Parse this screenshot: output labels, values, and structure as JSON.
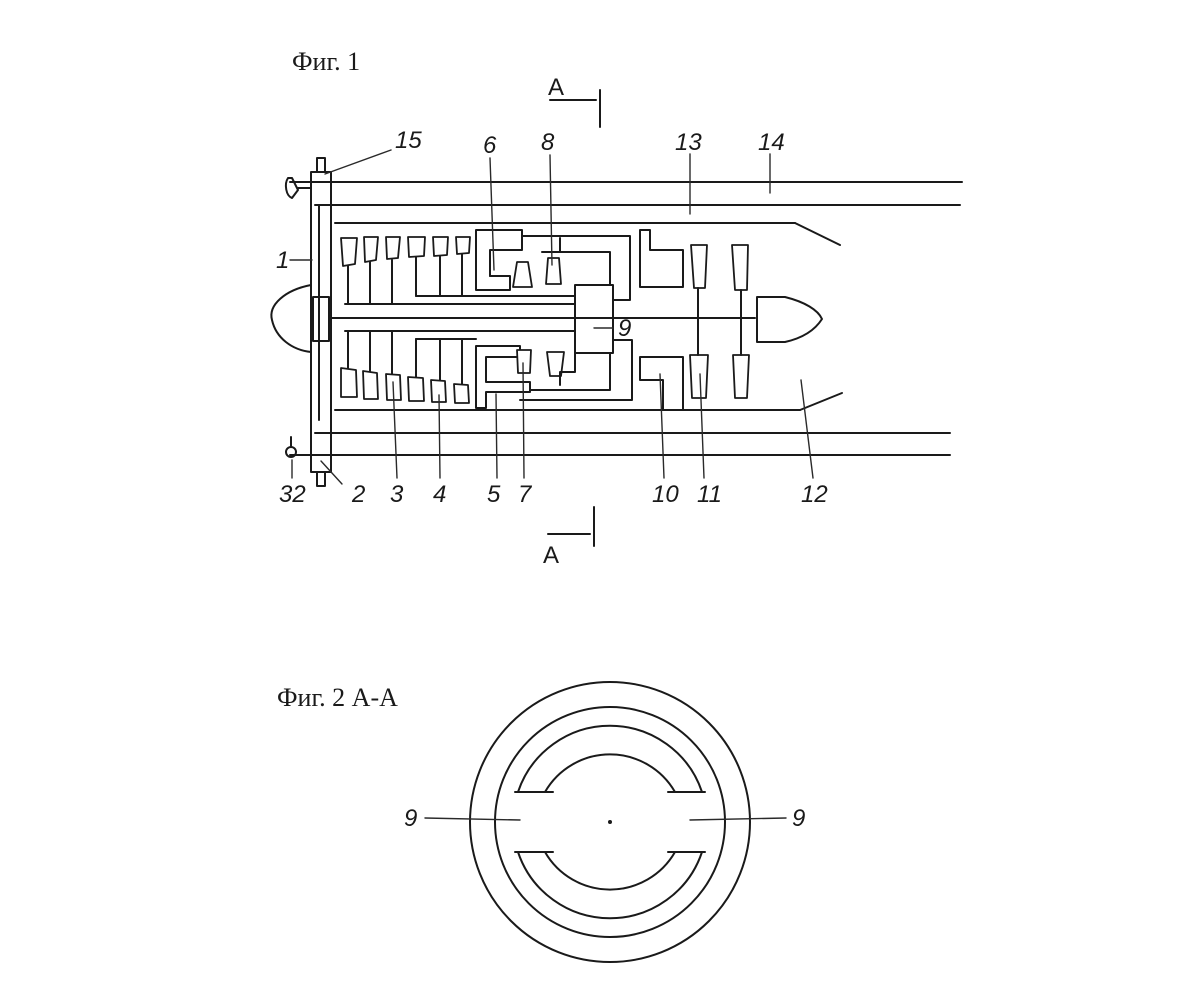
{
  "figures": {
    "fig1_caption": "Фиг. 1",
    "fig2_caption": "Фиг. 2 А-А"
  },
  "section_marks": {
    "top": "А",
    "bottom": "А"
  },
  "fig1_labels": {
    "l1": "1",
    "l2": "2",
    "l3": "3",
    "l4": "4",
    "l5": "5",
    "l6": "6",
    "l7": "7",
    "l8": "8",
    "l9": "9",
    "l10": "10",
    "l11": "11",
    "l12": "12",
    "l13": "13",
    "l14": "14",
    "l15": "15",
    "l32": "32"
  },
  "fig2_labels": {
    "left": "9",
    "right": "9"
  }
}
